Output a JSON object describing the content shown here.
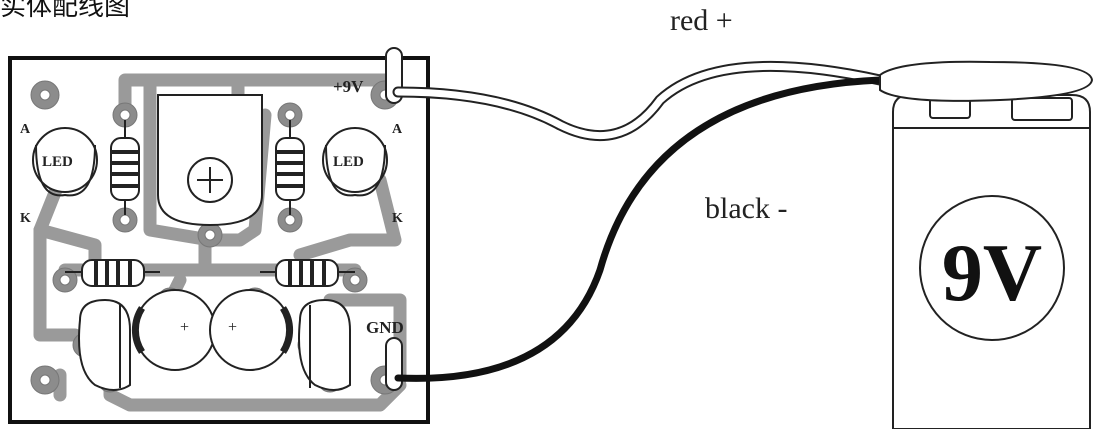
{
  "title": "实体配线图",
  "wires": {
    "red_label": "red +",
    "black_label": "black -"
  },
  "board": {
    "plus_label": "+9V",
    "gnd_label": "GND",
    "led_left_anode": "A",
    "led_left_cathode": "K",
    "led_left_label": "LED",
    "led_right_anode": "A",
    "led_right_cathode": "K",
    "led_right_label": "LED",
    "cap_left_plus": "+",
    "cap_right_plus": "+",
    "pot_plus": "+"
  },
  "battery": {
    "label": "9V"
  },
  "colors": {
    "trace": "#9a9a9a",
    "pad": "#8c8c8c",
    "outline": "#1a1a1a",
    "black_wire": "#111111",
    "red_wire": "#ffffff"
  }
}
